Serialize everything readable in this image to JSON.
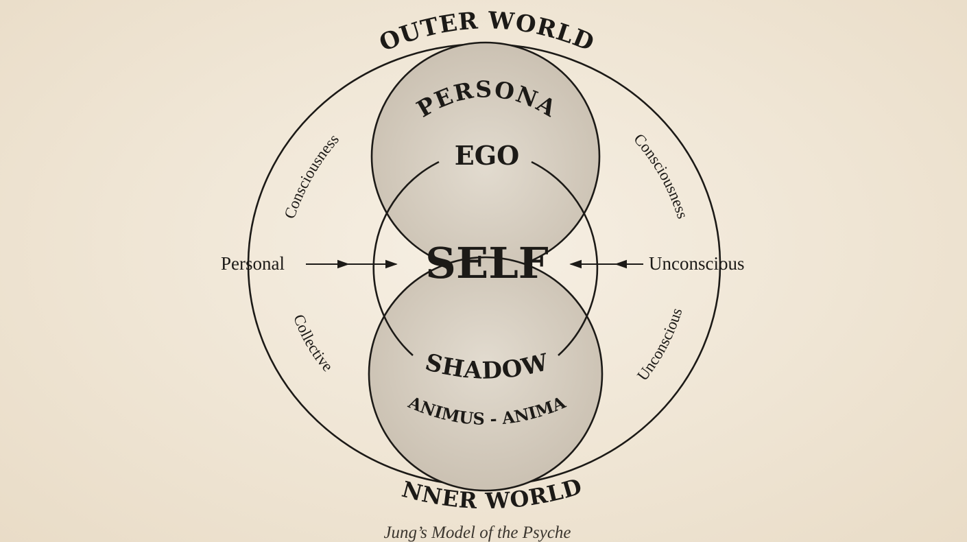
{
  "labels": {
    "outer_world": "OUTER WORLD",
    "inner_world": "INNER WORLD",
    "persona": "PERSONA",
    "ego": "EGO",
    "self": "SELF",
    "shadow": "SHADOW",
    "animus_anima": "ANIMUS - ANIMA",
    "personal": "Personal",
    "unconscious": "Unconscious",
    "consciousness_left": "Consciousness",
    "consciousness_right": "Consciousness",
    "collective": "Collective",
    "unconscious_right": "Unconscious",
    "caption": "Jung’s Model of the Psyche"
  },
  "colors": {
    "ink": "#1c1a17",
    "paper": "#f1e8d8",
    "circle_fill": "#cfc6b8",
    "circle_fill_light": "#ddd5c8"
  }
}
